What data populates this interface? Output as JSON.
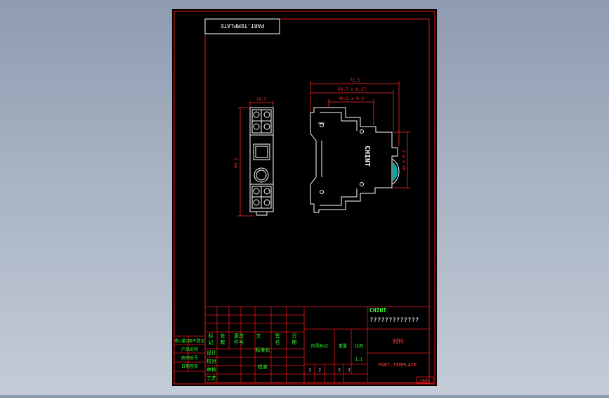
{
  "colors": {
    "background": "#9ba7b9",
    "sheet": "#000000",
    "border": "#e8161a",
    "geometry": "#ffffff",
    "dimension": "#ff2a2a",
    "title_text": "#33ff33",
    "accent": "#00a8a8"
  },
  "drawing": {
    "header_tag": "PART.TEMPLATE",
    "corner_mark": "<A4>",
    "brand_logo": "CHINT",
    "front_view": {
      "width_dim": "18.5",
      "height_dim": "90.5"
    },
    "side_view": {
      "dim_overall": "71.5",
      "dim_second": "66.7 ± 0.37",
      "dim_third": "49.5 ± 0.3",
      "dim_right": "45 ± 0.3"
    }
  },
  "title_block": {
    "company": "CHINT",
    "part_number": "?????????????",
    "material": "材料",
    "template_name": "PART.TEMPLATE",
    "rev_headers": [
      "标",
      "处",
      "更改",
      "文",
      "签",
      "日"
    ],
    "rev_headers_sub": [
      "记",
      "数",
      "件号",
      "",
      "名",
      "期"
    ],
    "sign_rows": [
      "设计",
      "校对",
      "审核",
      "工艺"
    ],
    "left_table": [
      "借(通)用件登记",
      "产品名称",
      "底图总号",
      "日期签名"
    ],
    "stage_labels": [
      "阶段标记",
      "重量",
      "比例"
    ],
    "scale_value": "1:1",
    "qmarks": [
      "?",
      "?",
      "?",
      "?"
    ],
    "std_labels": [
      "标准化",
      "批准"
    ]
  }
}
